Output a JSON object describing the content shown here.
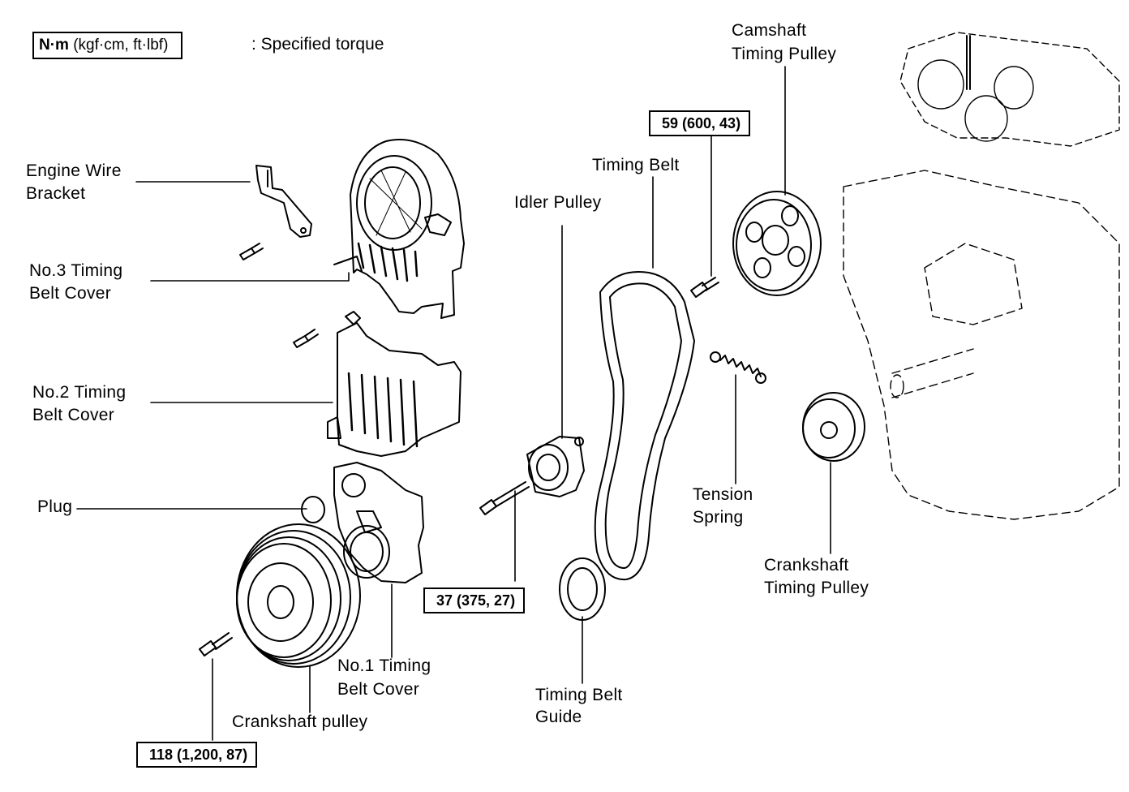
{
  "legend": {
    "box_text_bold": "N·m",
    "box_text_rest": "(kgf·cm, ft·lbf)",
    "description": ":  Specified torque"
  },
  "torque_specs": {
    "camshaft_bolt": "59 (600, 43)",
    "idler_bolt": "37 (375, 27)",
    "crankshaft_bolt": "118 (1,200, 87)"
  },
  "parts": {
    "camshaft_pulley": [
      "Camshaft",
      "Timing Pulley"
    ],
    "timing_belt": "Timing Belt",
    "idler_pulley": "Idler Pulley",
    "engine_wire_bracket": [
      "Engine Wire",
      "Bracket"
    ],
    "no3_cover": [
      "No.3 Timing",
      "Belt Cover"
    ],
    "no2_cover": [
      "No.2 Timing",
      "Belt Cover"
    ],
    "plug": "Plug",
    "tension_spring": [
      "Tension",
      "Spring"
    ],
    "crankshaft_timing_pulley": [
      "Crankshaft",
      "Timing Pulley"
    ],
    "no1_cover": [
      "No.1 Timing",
      "Belt Cover"
    ],
    "timing_belt_guide": [
      "Timing Belt",
      "Guide"
    ],
    "crankshaft_pulley": "Crankshaft pulley"
  }
}
